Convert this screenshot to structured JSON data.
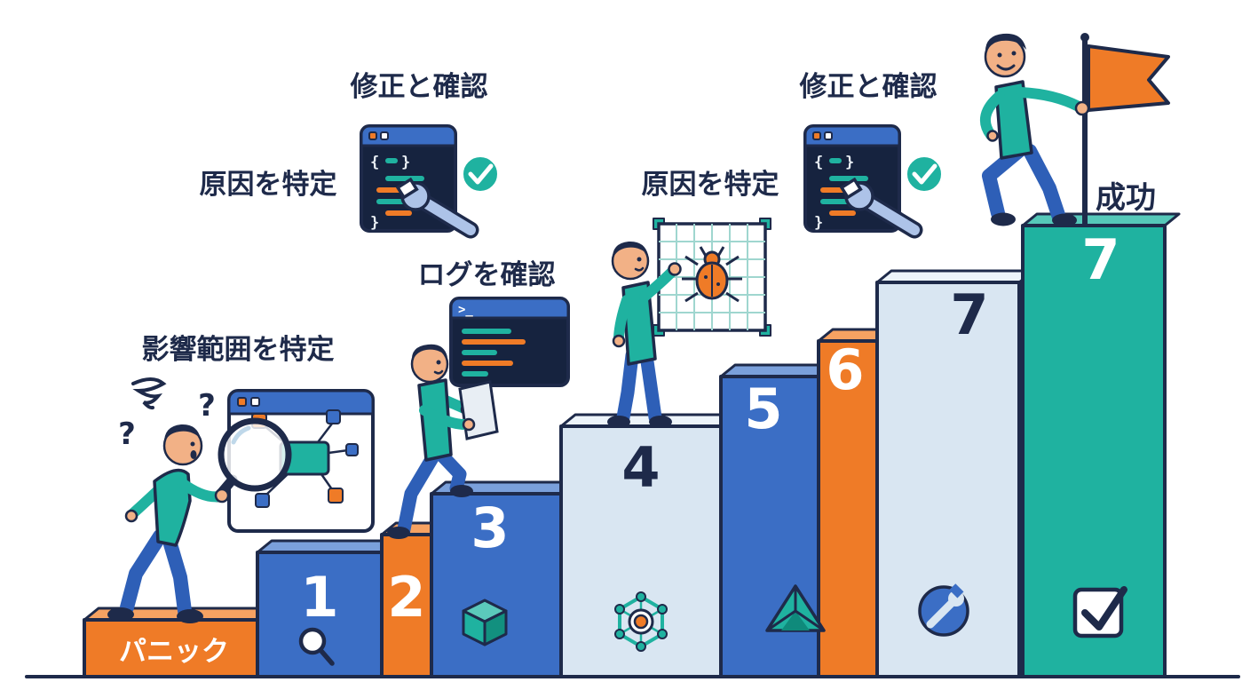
{
  "colors": {
    "navy_outline": "#1E2A4A",
    "blue": "#3B6EC5",
    "orange": "#EF7B27",
    "pale_blue": "#D9E6F2",
    "teal": "#1FB2A0",
    "skin": "#F2B186",
    "code_bg": "#16233F",
    "white": "#FFFFFF"
  },
  "steps": [
    {
      "label": "パニック",
      "number": "",
      "color": "#EF7B27",
      "icon": ""
    },
    {
      "label": "",
      "number": "1",
      "color": "#3B6EC5",
      "icon": "magnifier-icon"
    },
    {
      "label": "",
      "number": "2",
      "color": "#EF7B27",
      "icon": ""
    },
    {
      "label": "",
      "number": "3",
      "color": "#3B6EC5",
      "icon": "cube-icon"
    },
    {
      "label": "",
      "number": "4",
      "color": "#D9E6F2",
      "icon": "hex-network-icon"
    },
    {
      "label": "",
      "number": "5",
      "color": "#3B6EC5",
      "icon": "pyramid-icon"
    },
    {
      "label": "",
      "number": "6",
      "color": "#EF7B27",
      "icon": ""
    },
    {
      "label": "",
      "number": "7",
      "color": "#D9E6F2",
      "icon": "wrench-circle-icon"
    },
    {
      "label": "",
      "number": "7",
      "color": "#1FB2A0",
      "icon": "checkbox-icon"
    }
  ],
  "callouts": {
    "impact": "影響範囲を特定",
    "logs": "ログを確認",
    "fix_left": "修正と確認",
    "cause_left": "原因を特定",
    "cause_right": "原因を特定",
    "fix_right": "修正と確認",
    "success": "成功"
  },
  "terminal": {
    "prompt": ">_"
  },
  "code_window": {
    "open_brace": "{",
    "close_brace": "}"
  },
  "marks": {
    "question": "?"
  },
  "icons": {
    "magnifier-icon": "magnifying glass",
    "cube-icon": "3d cube",
    "hex-network-icon": "hexagon network node",
    "pyramid-icon": "pyramid",
    "wrench-circle-icon": "wrench in blue circle",
    "checkbox-icon": "checked checkbox",
    "bug-icon": "bug on debug grid",
    "check-badge-icon": "teal check badge",
    "wrench-icon": "wrench tool",
    "flag-icon": "orange success flag",
    "dizzy-swirl-icon": "dizzy swirl",
    "diagram-window-icon": "flowchart window",
    "terminal-window-icon": "terminal log window",
    "code-window-icon": "code editor window"
  }
}
